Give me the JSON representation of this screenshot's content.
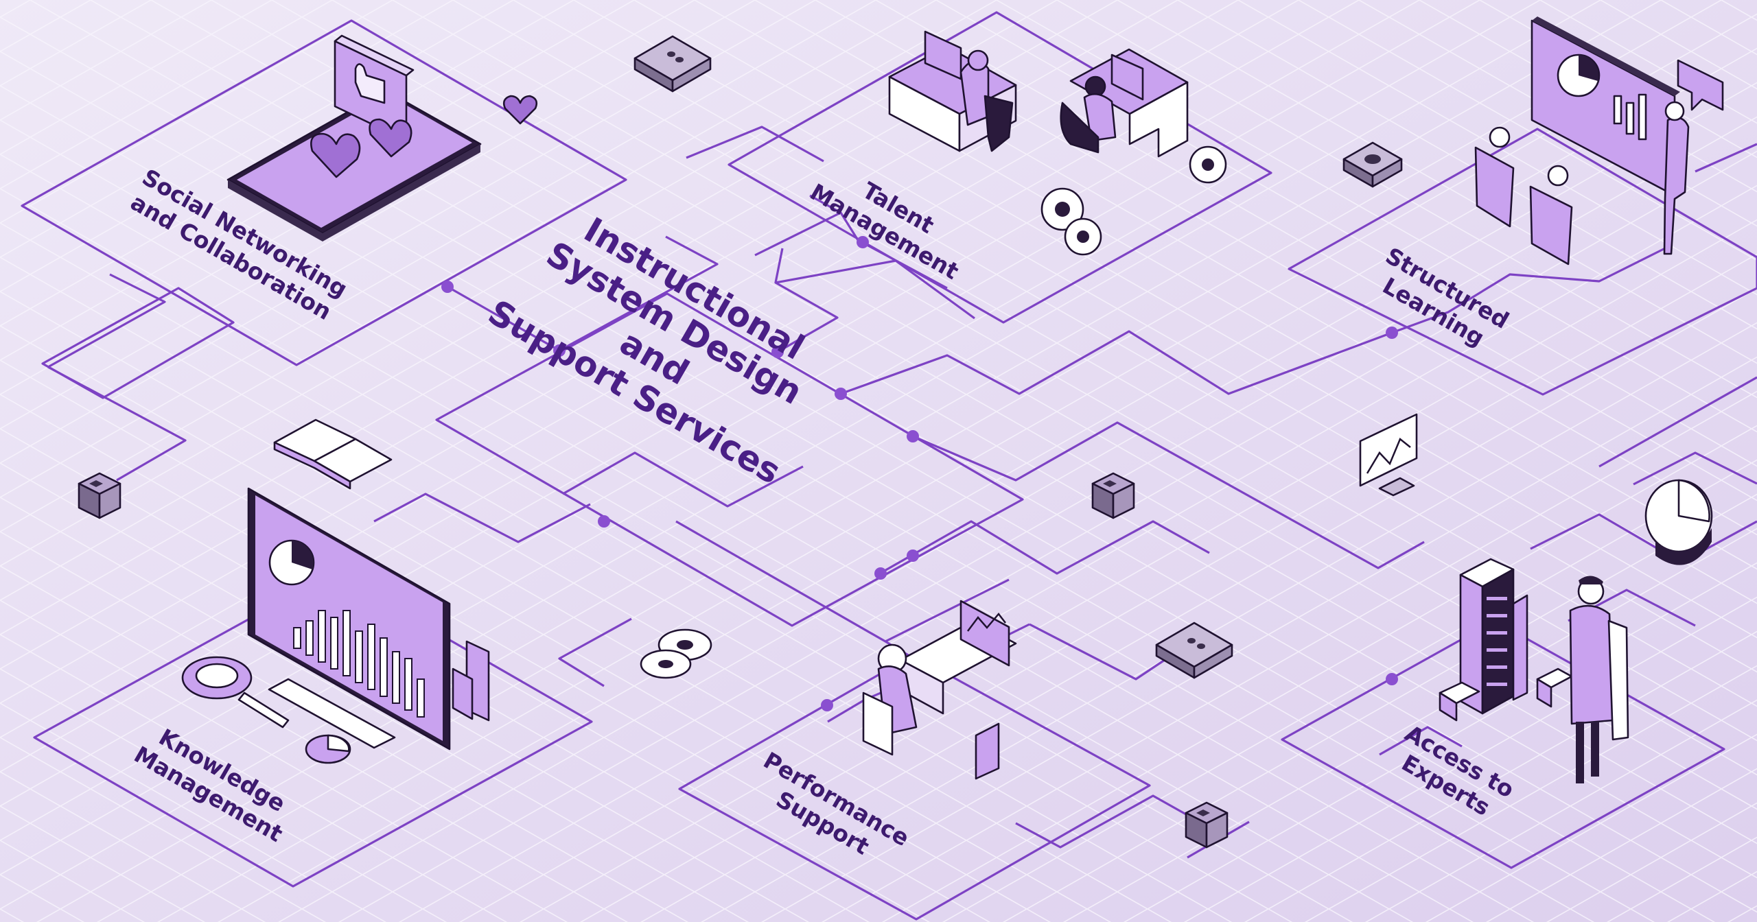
{
  "center": {
    "lines": [
      "Instructional",
      "System Design",
      "and",
      "Support Services"
    ]
  },
  "nodes": {
    "social": [
      "Social Networking",
      "and Collaboration"
    ],
    "talent": [
      "Talent",
      "Management"
    ],
    "structured": [
      "Structured",
      "Learning"
    ],
    "knowledge": [
      "Knowledge",
      "Management"
    ],
    "performance": [
      "Performance",
      "Support"
    ],
    "experts": [
      "Access to",
      "Experts"
    ]
  },
  "colors": {
    "background": "#e8e0f2",
    "line": "#7d42c4",
    "accent": "#c9a2ef",
    "ink": "#1f1230",
    "label": "#3d1a6e"
  },
  "icons": [
    "smartphone-icon",
    "thumbs-up-icon",
    "heart-icon",
    "office-workers-icon",
    "gears-icon",
    "presentation-icon",
    "chat-bubble-icon",
    "open-book-icon",
    "dashboard-monitor-icon",
    "magnifier-icon",
    "pie-chart-icon",
    "line-chart-monitor-icon",
    "server-rack-icon",
    "expert-person-icon",
    "engineer-workstation-icon",
    "cube-icon",
    "router-icon"
  ]
}
